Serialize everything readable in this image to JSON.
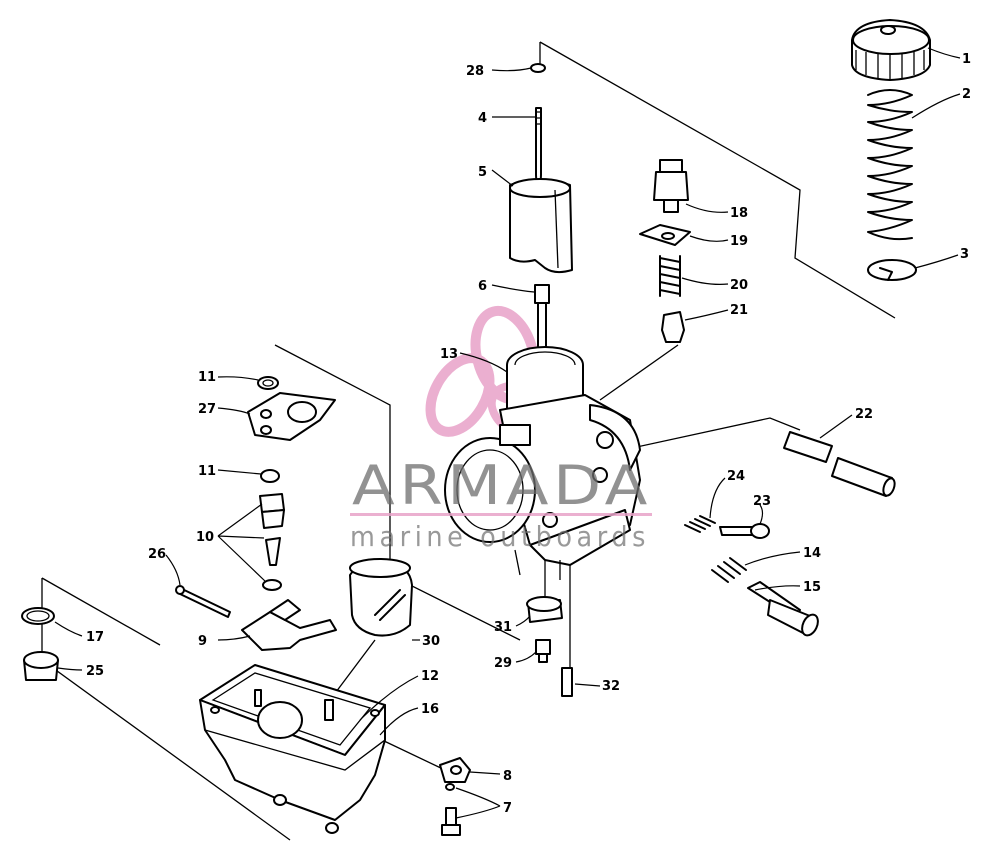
{
  "watermark": {
    "brand": "ARMADA",
    "tagline": "marine outboards",
    "accent_color": "#e8a2c8",
    "text_color": "#6e6e6e"
  },
  "callouts": [
    {
      "key": "c1",
      "label": "1"
    },
    {
      "key": "c2",
      "label": "2"
    },
    {
      "key": "c3",
      "label": "3"
    },
    {
      "key": "c4",
      "label": "4"
    },
    {
      "key": "c5",
      "label": "5"
    },
    {
      "key": "c6",
      "label": "6"
    },
    {
      "key": "c7",
      "label": "7"
    },
    {
      "key": "c8",
      "label": "8"
    },
    {
      "key": "c9",
      "label": "9"
    },
    {
      "key": "c10",
      "label": "10"
    },
    {
      "key": "c11a",
      "label": "11"
    },
    {
      "key": "c11b",
      "label": "11"
    },
    {
      "key": "c12",
      "label": "12"
    },
    {
      "key": "c13",
      "label": "13"
    },
    {
      "key": "c14",
      "label": "14"
    },
    {
      "key": "c15",
      "label": "15"
    },
    {
      "key": "c16",
      "label": "16"
    },
    {
      "key": "c17",
      "label": "17"
    },
    {
      "key": "c18",
      "label": "18"
    },
    {
      "key": "c19",
      "label": "19"
    },
    {
      "key": "c20",
      "label": "20"
    },
    {
      "key": "c21",
      "label": "21"
    },
    {
      "key": "c22",
      "label": "22"
    },
    {
      "key": "c23",
      "label": "23"
    },
    {
      "key": "c24",
      "label": "24"
    },
    {
      "key": "c25",
      "label": "25"
    },
    {
      "key": "c26",
      "label": "26"
    },
    {
      "key": "c27",
      "label": "27"
    },
    {
      "key": "c28",
      "label": "28"
    },
    {
      "key": "c29",
      "label": "29"
    },
    {
      "key": "c30",
      "label": "30"
    },
    {
      "key": "c31",
      "label": "31"
    },
    {
      "key": "c32",
      "label": "32"
    }
  ]
}
